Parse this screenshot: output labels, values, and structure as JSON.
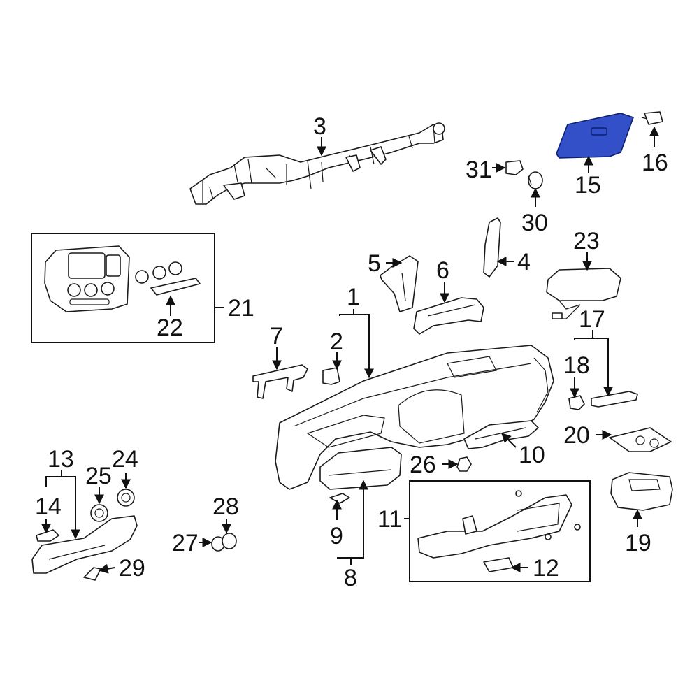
{
  "diagram": {
    "highlight_color": "#3350c8",
    "callouts": [
      "1",
      "2",
      "3",
      "4",
      "5",
      "6",
      "7",
      "8",
      "9",
      "10",
      "11",
      "12",
      "13",
      "14",
      "15",
      "16",
      "17",
      "18",
      "19",
      "20",
      "21",
      "22",
      "23",
      "24",
      "25",
      "26",
      "27",
      "28",
      "29",
      "30",
      "31"
    ]
  }
}
